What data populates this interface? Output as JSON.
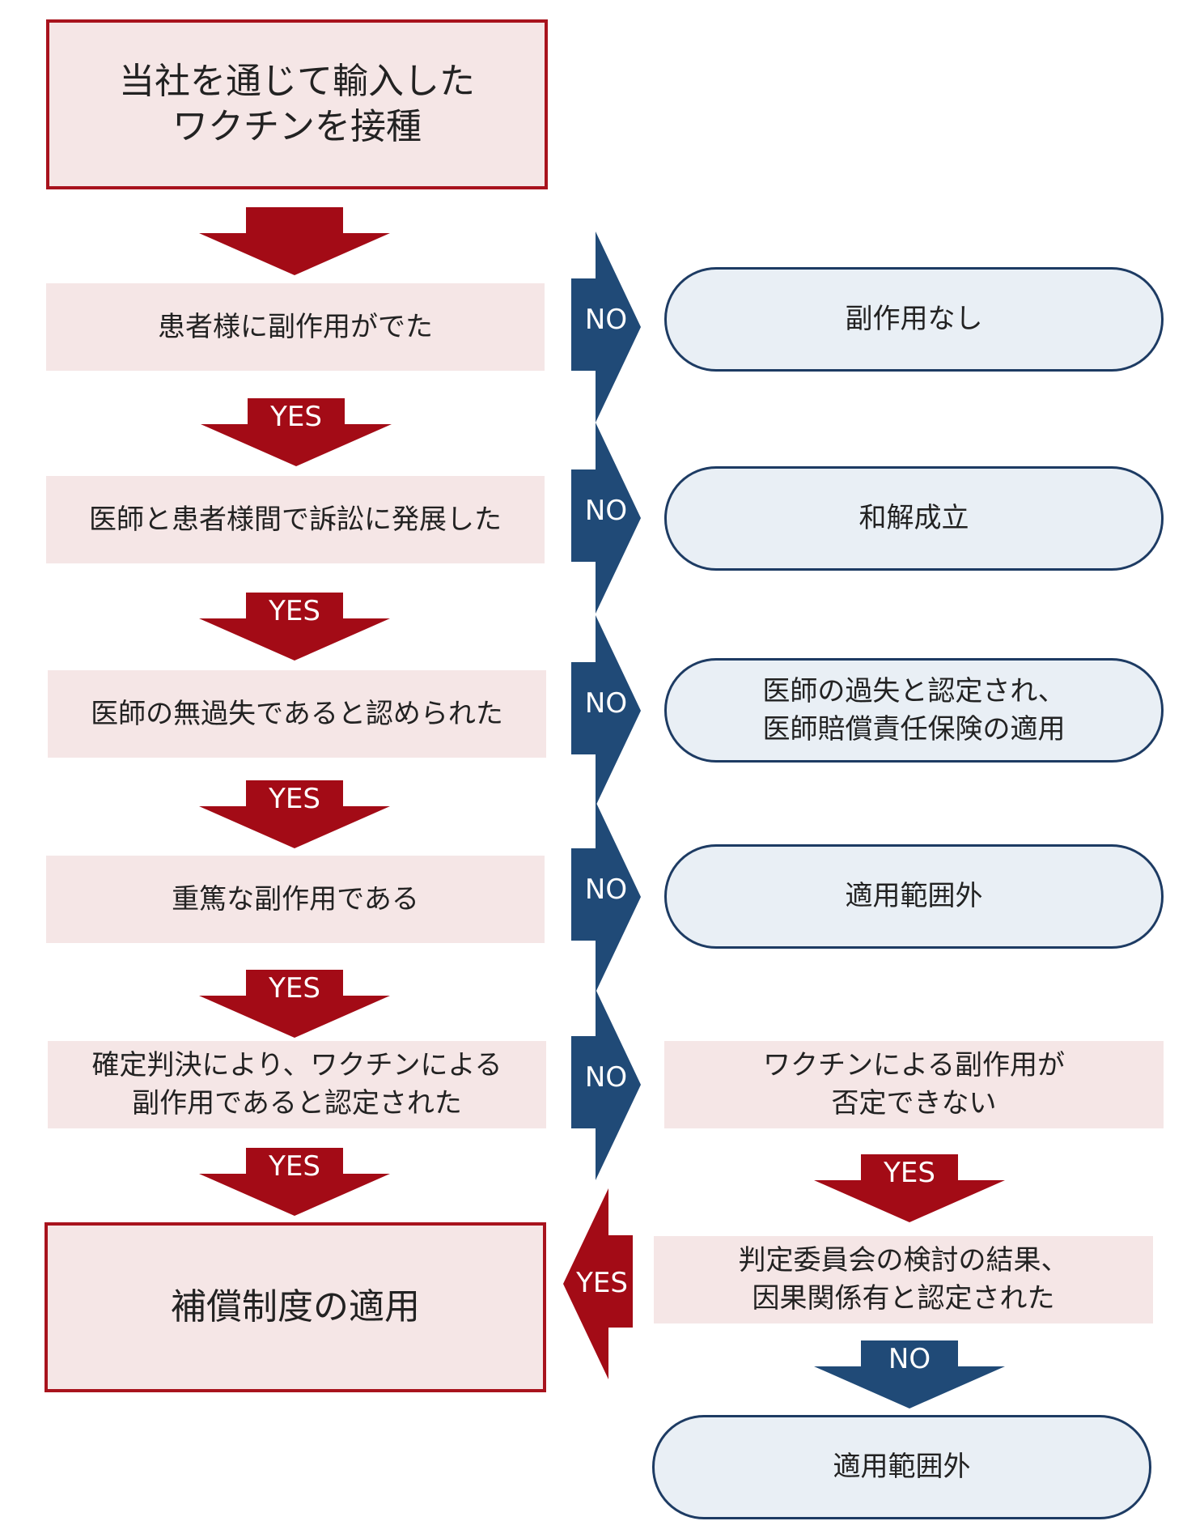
{
  "colors": {
    "red": "#a30b16",
    "blue": "#204a77",
    "pink_fill": "#f5e6e6",
    "oval_fill": "#e9eff5"
  },
  "start": "当社を通じて輸入した\nワクチンを接種",
  "questions": [
    "患者様に副作用がでた",
    "医師と患者様間で訴訟に発展した",
    "医師の無過失であると認められた",
    "重篤な副作用である",
    "確定判決により、ワクチンによる\n副作用であると認定された"
  ],
  "outcomes": [
    "副作用なし",
    "和解成立",
    "医師の過失と認定され、\n医師賠償責任保険の適用",
    "適用範囲外"
  ],
  "side_question": "ワクチンによる副作用が\n否定できない",
  "committee": "判定委員会の検討の結果、\n因果関係有と認定された",
  "final": "補償制度の適用",
  "final_excluded": "適用範囲外",
  "labels": {
    "yes": "YES",
    "no": "NO"
  }
}
